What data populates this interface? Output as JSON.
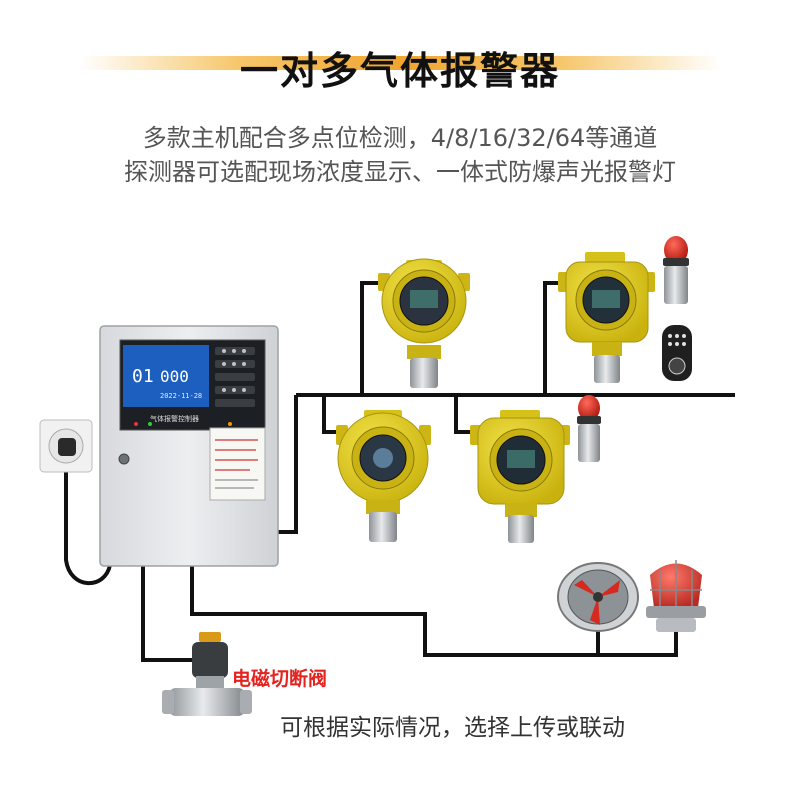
{
  "title": "一对多气体报警器",
  "subtitle_line1": "多款主机配合多点位检测，4/8/16/32/64等通道",
  "subtitle_line2": "探测器可选配现场浓度显示、一体式防爆声光报警灯",
  "valve_label": "电磁切断阀",
  "footer_text": "可根据实际情况，选择上传或联动",
  "controller": {
    "panel_label": "气体报警控制器",
    "readout_big": "01",
    "readout_value": "000",
    "readout_date": "2022-11-28"
  },
  "colors": {
    "detector_yellow": "#e6cf1a",
    "wire": "#111111",
    "valve_label": "#e3231f",
    "title_band": "#f0a530"
  },
  "icons": [
    "wall-socket-icon",
    "gas-controller-icon",
    "gas-detector-icon",
    "alarm-beacon-icon",
    "remote-control-icon",
    "exhaust-fan-icon",
    "explosion-proof-light-icon",
    "solenoid-valve-icon"
  ]
}
